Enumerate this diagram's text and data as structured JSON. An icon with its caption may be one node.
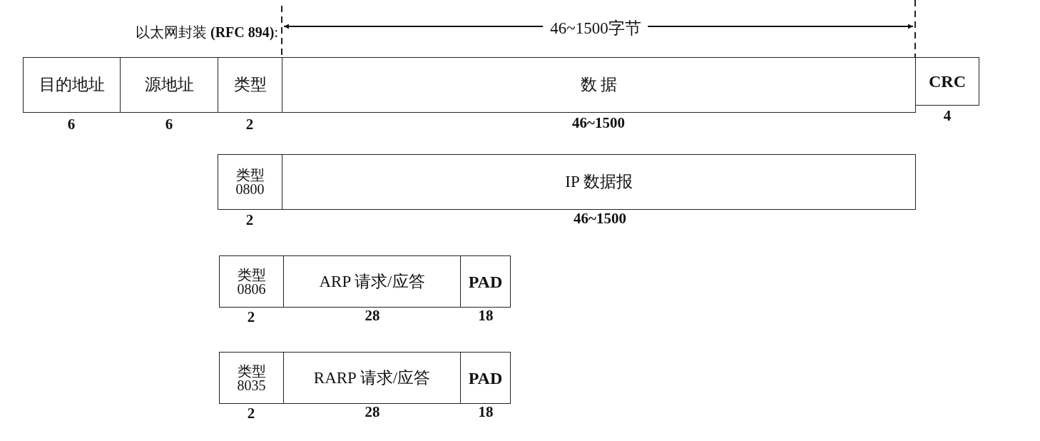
{
  "diagram": {
    "nodes": [
      {
        "text": [
          "目的地址"
        ],
        "beside": [
          "6"
        ]
      },
      {
        "text": [
          "源地址"
        ],
        "beside": [
          "6"
        ]
      },
      {
        "text": [
          "类型"
        ],
        "beside": [
          "2"
        ]
      },
      {
        "text": [
          "数 据"
        ],
        "beside": [
          "46~1500"
        ]
      },
      {
        "text": [
          "CRC"
        ],
        "beside": [
          "4"
        ]
      },
      {
        "text": [
          "类型",
          "0800"
        ],
        "beside": [
          "2"
        ]
      },
      {
        "text": [
          "IP 数据报"
        ],
        "beside": [
          "46~1500"
        ]
      },
      {
        "text": [
          "类型",
          "0806"
        ],
        "beside": [
          "2"
        ]
      },
      {
        "text": [
          "ARP 请求/应答"
        ],
        "beside": [
          "28"
        ]
      },
      {
        "text": [
          "PAD"
        ],
        "beside": [
          "18"
        ]
      },
      {
        "text": [
          "类型",
          "8035"
        ],
        "beside": [
          "2"
        ]
      },
      {
        "text": [
          "RARP 请求/应答"
        ],
        "beside": [
          "28"
        ]
      },
      {
        "text": [
          "PAD"
        ],
        "beside": [
          "18"
        ]
      }
    ],
    "edges": [],
    "labels": [
      "以太网封装 **(RFC 894)**:",
      "46~1500字节"
    ]
  }
}
